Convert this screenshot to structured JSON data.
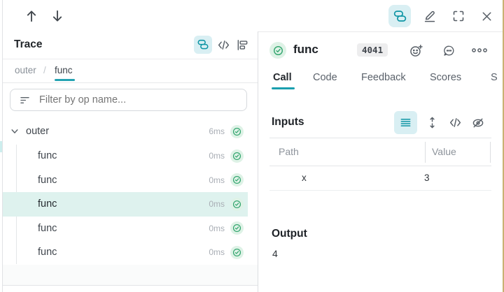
{
  "colors": {
    "accent_teal": "#0e95a5",
    "accent_teal_bg": "#d9eff3",
    "tab_underline": "#1a9fae",
    "selected_row_bg": "#def2ee",
    "success_green": "#2ea36b",
    "success_green_bg": "#def2e6",
    "right_edge_line": "#c9b173"
  },
  "icons": {
    "topbar": [
      "up-arrow",
      "down-arrow",
      "tree-view",
      "edit-pencil",
      "fullscreen",
      "close"
    ],
    "trace_header": [
      "tree-view",
      "code-view",
      "timeline-view"
    ],
    "call_header": [
      "add-reaction",
      "comment",
      "overflow-menu"
    ],
    "inputs_toolbar": [
      "list-view",
      "expand-rows",
      "code-view",
      "hide-values"
    ],
    "filter": "filter-lines",
    "tree": [
      "chevron-down",
      "check-circle"
    ]
  },
  "trace_panel": {
    "title": "Trace",
    "breadcrumb": {
      "parent": "outer",
      "separator": "/",
      "current": "func"
    },
    "filter_placeholder": "Filter by op name...",
    "tree": {
      "root": {
        "label": "outer",
        "duration": "6ms",
        "status": "success"
      },
      "children": [
        {
          "label": "func",
          "duration": "0ms",
          "status": "success"
        },
        {
          "label": "func",
          "duration": "0ms",
          "status": "success"
        },
        {
          "label": "func",
          "duration": "0ms",
          "status": "success",
          "selected": true
        },
        {
          "label": "func",
          "duration": "0ms",
          "status": "success"
        },
        {
          "label": "func",
          "duration": "0ms",
          "status": "success"
        }
      ]
    }
  },
  "call_panel": {
    "op_name": "func",
    "call_id": "4041",
    "status": "success",
    "tabs": [
      "Call",
      "Code",
      "Feedback",
      "Scores",
      "S"
    ],
    "active_tab": "Call",
    "inputs": {
      "heading": "Inputs",
      "columns": {
        "path": "Path",
        "value": "Value"
      },
      "rows": [
        {
          "path": "x",
          "value": "3"
        }
      ]
    },
    "output": {
      "heading": "Output",
      "value": "4"
    }
  }
}
